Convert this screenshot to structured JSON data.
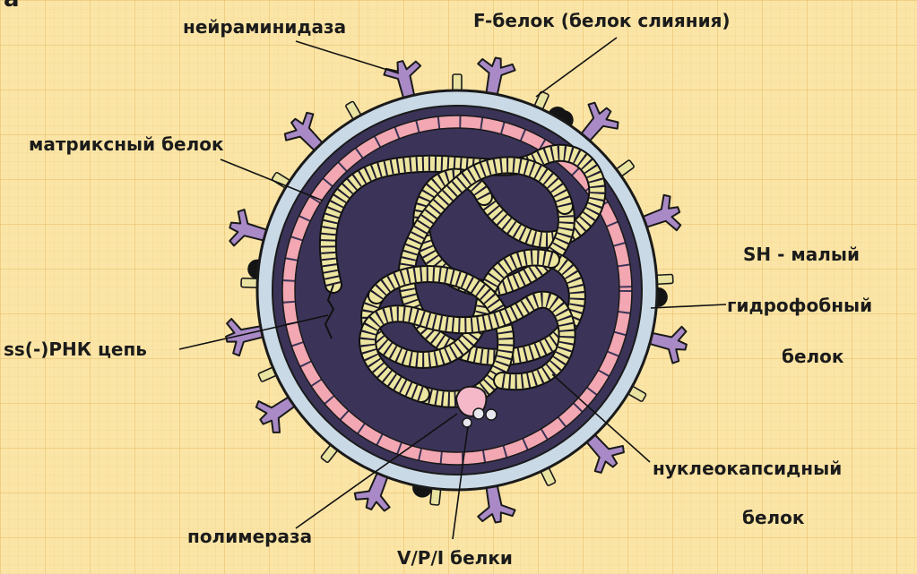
{
  "colors": {
    "background": "#fbe5a6",
    "grid_line": "#f0cf86",
    "envelope": "#c9d9e6",
    "interior": "#3b3458",
    "matrix_band": "#f2a7b2",
    "spike": "#a98ac6",
    "f_protein": "#e9e3a2",
    "rna": "#ece6a0",
    "polymerase": "#f4b8c9",
    "label_text": "#1b1b1b"
  },
  "labels": {
    "corner": "a",
    "neuraminidase": "нейраминидаза",
    "f_protein": "F-белок (белок слияния)",
    "matrix": "матриксный белок",
    "sh_line1": "SH - малый",
    "sh_line2": "гидрофобный",
    "sh_line3": "белок",
    "rna": "ss(-)РНК цепь",
    "nucleocapsid_line1": "нуклеокапсидный",
    "nucleocapsid_line2": "белок",
    "polymerase": "полимераза",
    "vpi": "V/P/I белки"
  },
  "icons": {
    "virion": "virus-particle-icon",
    "spike": "hemagglutinin-neuraminidase-spike-icon",
    "f_protein": "fusion-protein-rod-icon",
    "sh_protein": "sh-protein-dot-icon"
  }
}
